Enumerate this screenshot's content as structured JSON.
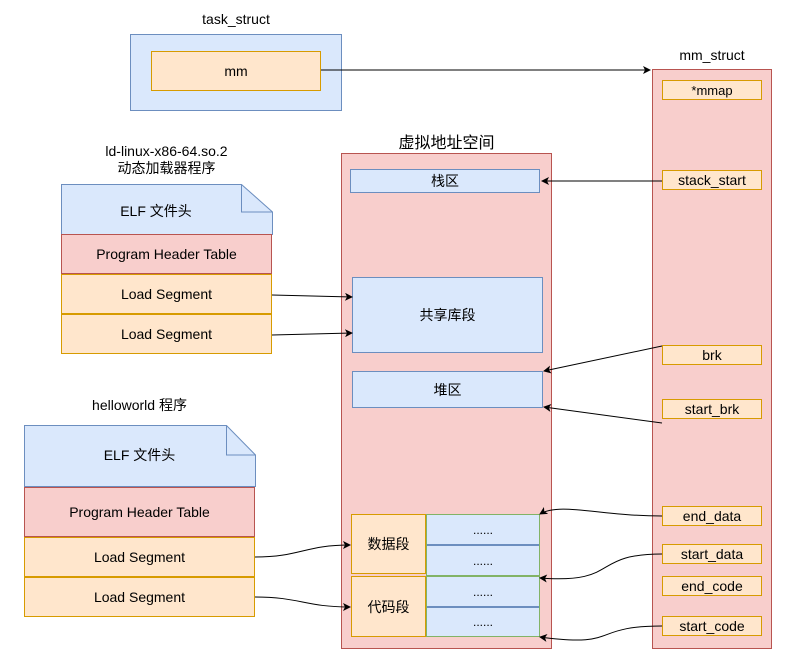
{
  "task_struct": {
    "title": "task_struct",
    "mm": "mm"
  },
  "mm_struct": {
    "title": "mm_struct",
    "fields": {
      "mmap": "*mmap",
      "stack_start": "stack_start",
      "brk": "brk",
      "start_brk": "start_brk",
      "end_data": "end_data",
      "start_data": "start_data",
      "end_code": "end_code",
      "start_code": "start_code"
    }
  },
  "vas": {
    "title": "虚拟地址空间",
    "stack": "栈区",
    "shared": "共享库段",
    "heap": "堆区",
    "data": "数据段",
    "code": "代码段",
    "dots": [
      "......",
      "......",
      "......",
      "......"
    ]
  },
  "ld": {
    "title_line1": "ld-linux-x86-64.so.2",
    "title_line2": "动态加载器程序",
    "elf_header": "ELF 文件头",
    "pht": "Program Header Table",
    "seg1": "Load Segment",
    "seg2": "Load Segment"
  },
  "hello": {
    "title": "helloworld 程序",
    "elf_header": "ELF 文件头",
    "pht": "Program Header Table",
    "seg1": "Load Segment",
    "seg2": "Load Segment"
  },
  "colors": {
    "blue_fill": "#dae8fc",
    "blue_stroke": "#6c8ebf",
    "red_fill": "#f8cecc",
    "red_stroke": "#b85450",
    "orange_fill": "#ffe6cc",
    "orange_stroke": "#d79b00",
    "green_stroke": "#82b366"
  }
}
